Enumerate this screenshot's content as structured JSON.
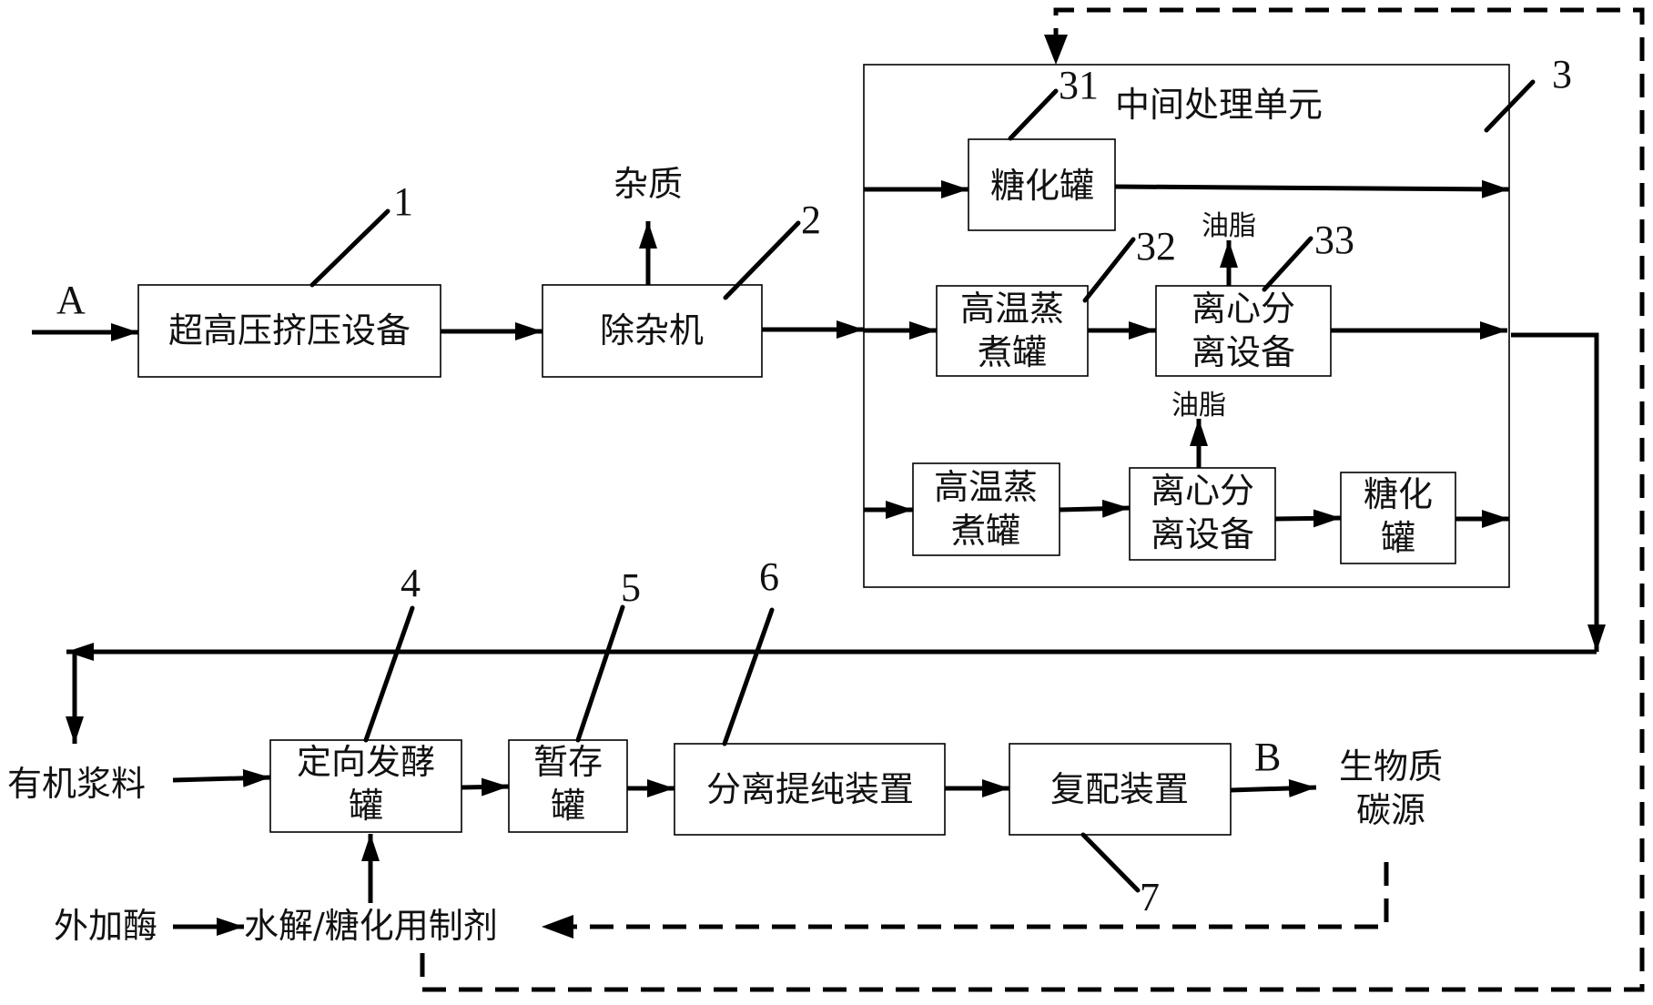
{
  "diagram": {
    "inputs": {
      "a_label": "A",
      "b_label": "B"
    },
    "stages": {
      "s1": {
        "ref": "1",
        "label": "超高压挤压设备"
      },
      "s2": {
        "ref": "2",
        "label": "除杂机",
        "byproduct": "杂质"
      },
      "s3": {
        "ref": "3",
        "title": "中间处理单元",
        "branch1": {
          "ref": "31",
          "tank": "糖化罐"
        },
        "branch2": {
          "cook_ref": "32",
          "cook_line1": "高温蒸",
          "cook_line2": "煮罐",
          "cent_ref": "33",
          "cent_line1": "离心分",
          "cent_line2": "离设备",
          "byproduct": "油脂"
        },
        "branch3": {
          "cook_line1": "高温蒸",
          "cook_line2": "煮罐",
          "cent_line1": "离心分",
          "cent_line2": "离设备",
          "byproduct": "油脂",
          "sacch_line1": "糖化",
          "sacch_line2": "罐"
        }
      },
      "s4": {
        "ref": "4",
        "line1": "定向发酵",
        "line2": "罐"
      },
      "s5": {
        "ref": "5",
        "line1": "暂存",
        "line2": "罐"
      },
      "s6": {
        "ref": "6",
        "label": "分离提纯装置"
      },
      "s7": {
        "ref": "7",
        "label": "复配装置"
      }
    },
    "side_inputs": {
      "organic_slurry": "有机浆料",
      "external_enzyme": "外加酶",
      "hydrolysis_agent": "水解/糖化用制剂"
    },
    "output": {
      "line1": "生物质",
      "line2": "碳源"
    }
  }
}
